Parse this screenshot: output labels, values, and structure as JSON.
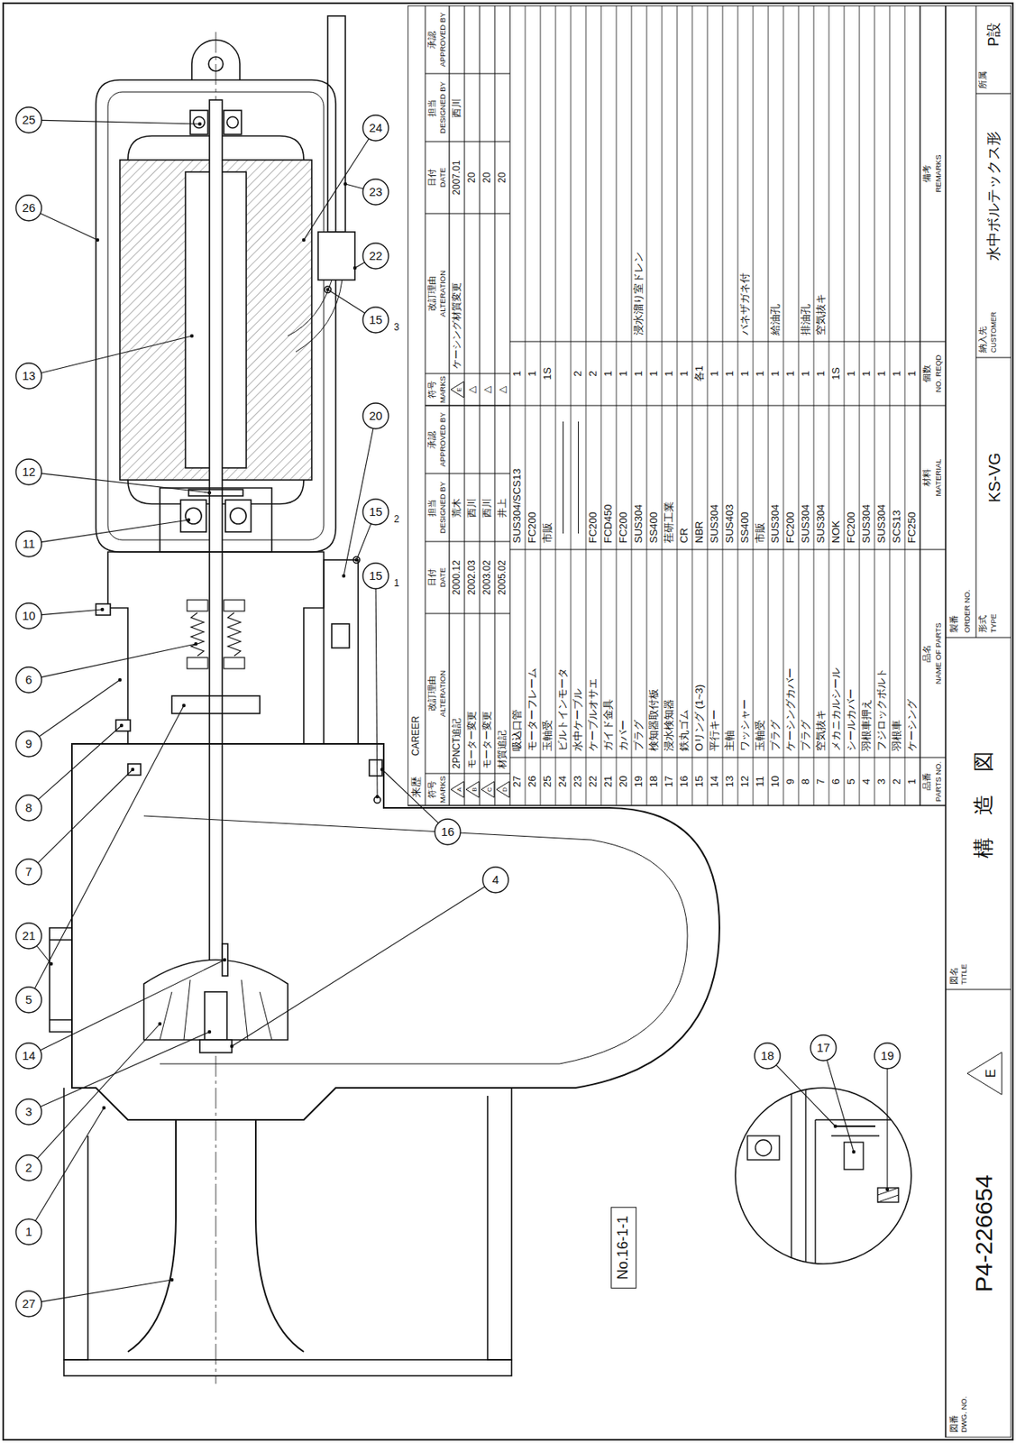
{
  "diagram": {
    "nodes": [
      {
        "text": [
          "No.16-1-1"
        ]
      }
    ],
    "labels": [
      "25",
      "26",
      "13",
      "12",
      "11",
      "10",
      "6",
      "9",
      "8",
      "7",
      "21",
      "5",
      "14",
      "3",
      "2",
      "1",
      "27",
      "24",
      "23",
      "22",
      "15",
      "3",
      "20",
      "15",
      "2",
      "15",
      "1",
      "16",
      "4",
      "18",
      "17",
      "19",
      "来歴",
      "CAREER",
      "符号",
      "MARKS",
      "改訂理由",
      "ALTERATION",
      "日付",
      "DATE",
      "担当",
      "DESIGNED BY",
      "承認",
      "APPROVED BY",
      "A",
      "2PNCT追記",
      "2000.12",
      "荒木",
      "B",
      "モーター変更",
      "2002.03",
      "西川",
      "C",
      "モーター変更",
      "2003.02",
      "西川",
      "D",
      "材質追記",
      "2005.02",
      "井上",
      "符号",
      "MARKS",
      "改訂理由",
      "ALTERATION",
      "日付",
      "DATE",
      "担当",
      "DESIGNED BY",
      "承認",
      "APPROVED BY",
      "E",
      "ケーシング材質変更",
      "2007.01",
      "西川",
      "△",
      "20",
      "△",
      "20",
      "△",
      "20",
      "27",
      "吸込口管",
      "SUS304/SCS13",
      "1",
      "26",
      "モーターフレーム",
      "FC200",
      "1",
      "25",
      "玉軸受",
      "市販",
      "1S",
      "24",
      "ビルトインモータ",
      "23",
      "水中ケーブル",
      "2",
      "22",
      "ケーブルオサエ",
      "FC200",
      "2",
      "21",
      "ガイド金具",
      "FCD450",
      "1",
      "20",
      "カバー",
      "FC200",
      "1",
      "19",
      "プラグ",
      "SUS304",
      "1",
      "浸水溜り室ドレン",
      "18",
      "検知器取付板",
      "SS400",
      "1",
      "17",
      "浸水検知器",
      "荏研工業",
      "1",
      "16",
      "鉄丸ゴム",
      "CR",
      "1",
      "15",
      "Oリング (1~3)",
      "NBR",
      "各1",
      "14",
      "平行キー",
      "SUS304",
      "1",
      "13",
      "主軸",
      "SUS403",
      "1",
      "12",
      "ワッシャー",
      "SS400",
      "1",
      "バネザガネ付",
      "11",
      "玉軸受",
      "市販",
      "1",
      "10",
      "プラグ",
      "SUS304",
      "1",
      "給油孔",
      "9",
      "ケーシングカバー",
      "FC200",
      "1",
      "8",
      "プラグ",
      "SUS304",
      "1",
      "排油孔",
      "7",
      "空気抜キ",
      "SUS304",
      "1",
      "空気抜キ",
      "6",
      "メカニカルシール",
      "NOK",
      "1S",
      "5",
      "シールカバー",
      "FC200",
      "1",
      "4",
      "羽根車押え",
      "SUS304",
      "1",
      "3",
      "フジロックボルト",
      "SUS304",
      "1",
      "2",
      "羽根車",
      "SCS13",
      "1",
      "1",
      "ケーシング",
      "FC250",
      "1",
      "品番",
      "PARTS NO.",
      "品名",
      "NAME OF PARTS",
      "材料",
      "MATERIAL",
      "個数",
      "NO. REQD",
      "備考",
      "REMARKS",
      "図番",
      "DWG. NO.",
      "P4-226654",
      "E",
      "図名",
      "TITLE",
      "構造図",
      "製番",
      "ORDER NO.",
      "形式",
      "TYPE",
      "KS-VG",
      "納入先",
      "CUSTOMER",
      "水中ボルテックス形",
      "所属",
      "P設"
    ]
  }
}
